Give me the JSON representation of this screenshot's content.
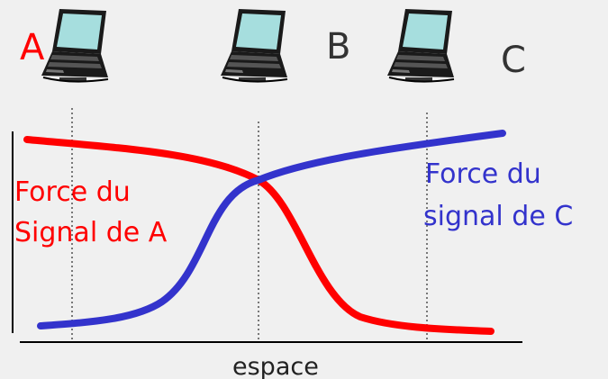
{
  "nodes": {
    "a": {
      "label": "A",
      "color": "#ff0000"
    },
    "b": {
      "label": "B",
      "color": "#333333"
    },
    "c": {
      "label": "C",
      "color": "#333333"
    }
  },
  "curves": {
    "a": {
      "label_line1": "Force du",
      "label_line2": "Signal de A",
      "color": "#ff0000"
    },
    "c": {
      "label_line1": "Force du",
      "label_line2": "signal de C",
      "color": "#3333cc"
    }
  },
  "axis": {
    "xlabel": "espace"
  }
}
